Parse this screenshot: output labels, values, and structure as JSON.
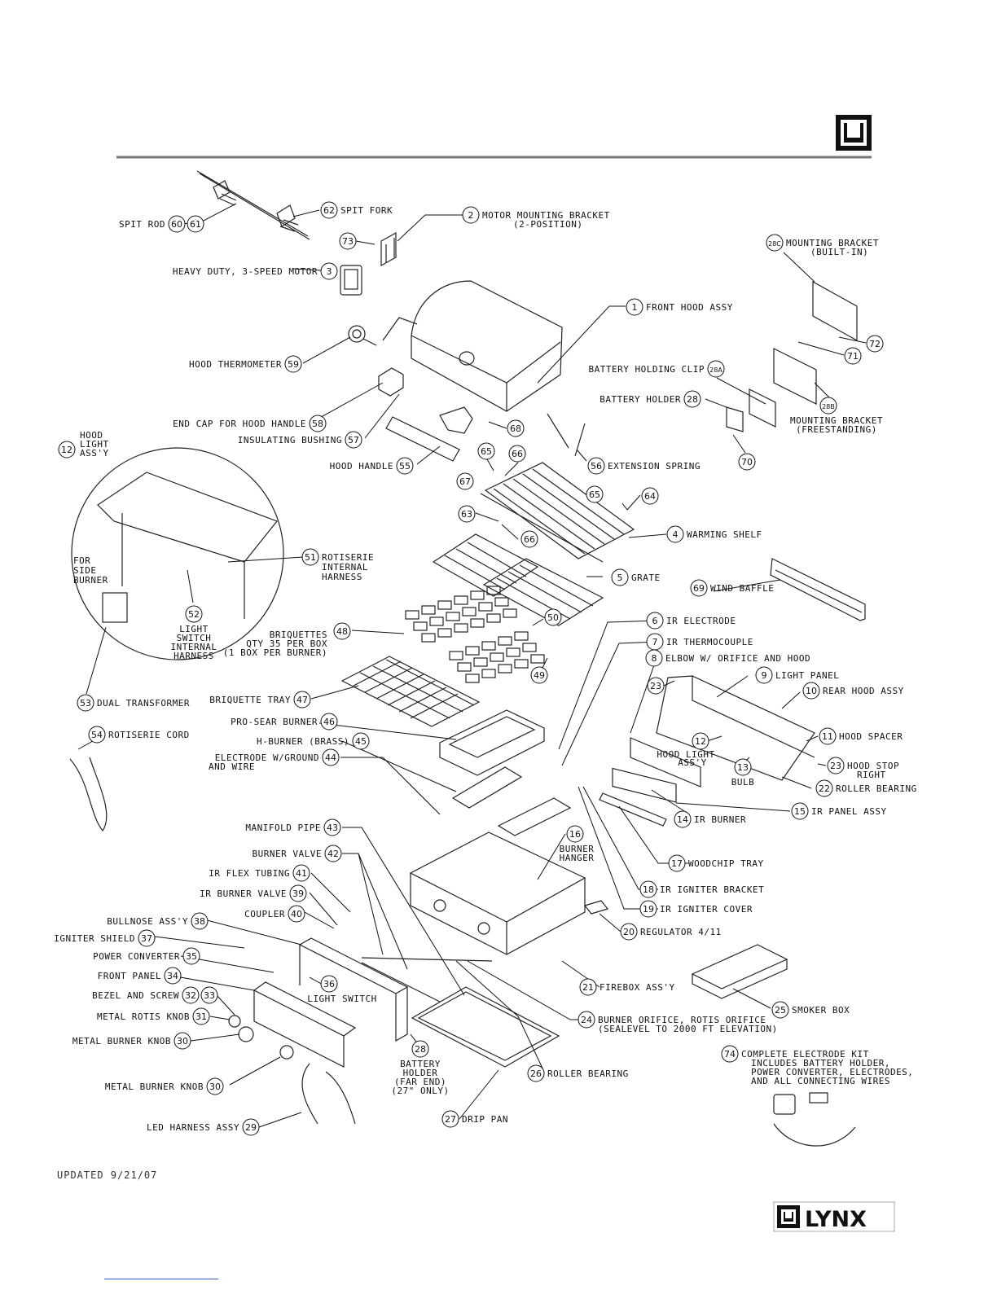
{
  "updated_note": "UPDATED 9/21/07",
  "brand_logo_text": "LYNX",
  "callouts": [
    {
      "id": "c62",
      "numbers": [
        "62"
      ],
      "text": [
        "SPIT FORK"
      ]
    },
    {
      "id": "c60",
      "numbers": [
        "60",
        "61"
      ],
      "text": [
        "SPIT ROD"
      ]
    },
    {
      "id": "c2",
      "numbers": [
        "2"
      ],
      "text": [
        "MOTOR MOUNTING BRACKET",
        "(2-POSITION)"
      ]
    },
    {
      "id": "c73",
      "numbers": [
        "73"
      ],
      "text": []
    },
    {
      "id": "c3",
      "numbers": [
        "3"
      ],
      "text": [
        "HEAVY DUTY, 3-SPEED MOTOR"
      ]
    },
    {
      "id": "c28c",
      "numbers": [
        "28C"
      ],
      "text": [
        "MOUNTING BRACKET",
        "(BUILT-IN)"
      ]
    },
    {
      "id": "c72",
      "numbers": [
        "72"
      ],
      "text": []
    },
    {
      "id": "c1",
      "numbers": [
        "1"
      ],
      "text": [
        "FRONT HOOD ASSY"
      ]
    },
    {
      "id": "c71",
      "numbers": [
        "71"
      ],
      "text": []
    },
    {
      "id": "c59",
      "numbers": [
        "59"
      ],
      "text": [
        "HOOD THERMOMETER"
      ]
    },
    {
      "id": "c28a",
      "numbers": [
        "28A"
      ],
      "text": [
        "BATTERY HOLDING CLIP"
      ]
    },
    {
      "id": "c28",
      "numbers": [
        "28"
      ],
      "text": [
        "BATTERY HOLDER"
      ]
    },
    {
      "id": "c28b",
      "numbers": [
        "28B"
      ],
      "text": [
        "MOUNTING BRACKET",
        "(FREESTANDING)"
      ]
    },
    {
      "id": "c58",
      "numbers": [
        "58"
      ],
      "text": [
        "END CAP FOR HOOD HANDLE"
      ]
    },
    {
      "id": "c68",
      "numbers": [
        "68"
      ],
      "text": []
    },
    {
      "id": "c57",
      "numbers": [
        "57"
      ],
      "text": [
        "INSULATING BUSHING"
      ]
    },
    {
      "id": "c70",
      "numbers": [
        "70"
      ],
      "text": []
    },
    {
      "id": "c12a",
      "numbers": [
        "12"
      ],
      "text": [
        "HOOD",
        "LIGHT",
        "ASS'Y"
      ]
    },
    {
      "id": "c55",
      "numbers": [
        "55"
      ],
      "text": [
        "HOOD HANDLE"
      ]
    },
    {
      "id": "c65a",
      "numbers": [
        "65"
      ],
      "text": []
    },
    {
      "id": "c66a",
      "numbers": [
        "66"
      ],
      "text": []
    },
    {
      "id": "c67",
      "numbers": [
        "67"
      ],
      "text": []
    },
    {
      "id": "c56",
      "numbers": [
        "56"
      ],
      "text": [
        "EXTENSION SPRING"
      ]
    },
    {
      "id": "c65b",
      "numbers": [
        "65"
      ],
      "text": []
    },
    {
      "id": "c64",
      "numbers": [
        "64"
      ],
      "text": []
    },
    {
      "id": "c63",
      "numbers": [
        "63"
      ],
      "text": []
    },
    {
      "id": "c66b",
      "numbers": [
        "66"
      ],
      "text": []
    },
    {
      "id": "c4",
      "numbers": [
        "4"
      ],
      "text": [
        "WARMING SHELF"
      ]
    },
    {
      "id": "c51",
      "numbers": [
        "51"
      ],
      "text": [
        "ROTISERIE",
        "INTERNAL",
        "HARNESS"
      ]
    },
    {
      "id": "c5",
      "numbers": [
        "5"
      ],
      "text": [
        "GRATE"
      ]
    },
    {
      "id": "c69",
      "numbers": [
        "69"
      ],
      "text": [
        "WIND BAFFLE"
      ]
    },
    {
      "id": "c_side",
      "numbers": [],
      "text": [
        "FOR",
        "SIDE",
        "BURNER"
      ]
    },
    {
      "id": "c52",
      "numbers": [
        "52"
      ],
      "text": [
        "LIGHT",
        "SWITCH",
        "INTERNAL",
        "HARNESS"
      ]
    },
    {
      "id": "c48",
      "numbers": [
        "48"
      ],
      "text": [
        "BRIQUETTES",
        "QTY 35 PER BOX",
        "(1 BOX PER BURNER)"
      ]
    },
    {
      "id": "c50",
      "numbers": [
        "50"
      ],
      "text": []
    },
    {
      "id": "c6",
      "numbers": [
        "6"
      ],
      "text": [
        "IR ELECTRODE"
      ]
    },
    {
      "id": "c7",
      "numbers": [
        "7"
      ],
      "text": [
        "IR THERMOCOUPLE"
      ]
    },
    {
      "id": "c8",
      "numbers": [
        "8"
      ],
      "text": [
        "ELBOW W/ ORIFICE AND HOOD"
      ]
    },
    {
      "id": "c49",
      "numbers": [
        "49"
      ],
      "text": []
    },
    {
      "id": "c9",
      "numbers": [
        "9"
      ],
      "text": [
        "LIGHT PANEL"
      ]
    },
    {
      "id": "c23a",
      "numbers": [
        "23"
      ],
      "text": []
    },
    {
      "id": "c10",
      "numbers": [
        "10"
      ],
      "text": [
        "REAR HOOD ASSY"
      ]
    },
    {
      "id": "c53",
      "numbers": [
        "53"
      ],
      "text": [
        "DUAL TRANSFORMER"
      ]
    },
    {
      "id": "c47",
      "numbers": [
        "47"
      ],
      "text": [
        "BRIQUETTE TRAY"
      ]
    },
    {
      "id": "c54",
      "numbers": [
        "54"
      ],
      "text": [
        "ROTISERIE CORD"
      ]
    },
    {
      "id": "c46",
      "numbers": [
        "46"
      ],
      "text": [
        "PRO-SEAR BURNER"
      ]
    },
    {
      "id": "c11",
      "numbers": [
        "11"
      ],
      "text": [
        "HOOD SPACER"
      ]
    },
    {
      "id": "c45",
      "numbers": [
        "45"
      ],
      "text": [
        "H-BURNER (BRASS)"
      ]
    },
    {
      "id": "c12b",
      "numbers": [
        "12"
      ],
      "text": [
        "HOOD LIGHT",
        "ASS'Y"
      ]
    },
    {
      "id": "c44",
      "numbers": [
        "44"
      ],
      "text": [
        "ELECTRODE W/GROUND",
        "AND WIRE"
      ]
    },
    {
      "id": "c23b",
      "numbers": [
        "23"
      ],
      "text": [
        "HOOD STOP",
        "RIGHT"
      ]
    },
    {
      "id": "c13",
      "numbers": [
        "13"
      ],
      "text": [
        "BULB"
      ]
    },
    {
      "id": "c22",
      "numbers": [
        "22"
      ],
      "text": [
        "ROLLER BEARING"
      ]
    },
    {
      "id": "c15",
      "numbers": [
        "15"
      ],
      "text": [
        "IR PANEL ASSY"
      ]
    },
    {
      "id": "c14",
      "numbers": [
        "14"
      ],
      "text": [
        "IR BURNER"
      ]
    },
    {
      "id": "c43",
      "numbers": [
        "43"
      ],
      "text": [
        "MANIFOLD PIPE"
      ]
    },
    {
      "id": "c16",
      "numbers": [
        "16"
      ],
      "text": [
        "BURNER",
        "HANGER"
      ]
    },
    {
      "id": "c42",
      "numbers": [
        "42"
      ],
      "text": [
        "BURNER VALVE"
      ]
    },
    {
      "id": "c17",
      "numbers": [
        "17"
      ],
      "text": [
        "WOODCHIP TRAY"
      ]
    },
    {
      "id": "c41",
      "numbers": [
        "41"
      ],
      "text": [
        "IR FLEX TUBING"
      ]
    },
    {
      "id": "c18",
      "numbers": [
        "18"
      ],
      "text": [
        "IR IGNITER BRACKET"
      ]
    },
    {
      "id": "c39",
      "numbers": [
        "39"
      ],
      "text": [
        "IR BURNER VALVE"
      ]
    },
    {
      "id": "c40",
      "numbers": [
        "40"
      ],
      "text": [
        "COUPLER"
      ]
    },
    {
      "id": "c19",
      "numbers": [
        "19"
      ],
      "text": [
        "IR IGNITER COVER"
      ]
    },
    {
      "id": "c38",
      "numbers": [
        "38"
      ],
      "text": [
        "BULLNOSE ASS'Y"
      ]
    },
    {
      "id": "c20",
      "numbers": [
        "20"
      ],
      "text": [
        "REGULATOR 4/11"
      ]
    },
    {
      "id": "c37",
      "numbers": [
        "37"
      ],
      "text": [
        "IGNITER SHIELD"
      ]
    },
    {
      "id": "c35",
      "numbers": [
        "35"
      ],
      "text": [
        "POWER CONVERTER"
      ]
    },
    {
      "id": "c36",
      "numbers": [
        "36"
      ],
      "text": [
        "LIGHT SWITCH"
      ]
    },
    {
      "id": "c34",
      "numbers": [
        "34"
      ],
      "text": [
        "FRONT PANEL"
      ]
    },
    {
      "id": "c21",
      "numbers": [
        "21"
      ],
      "text": [
        "FIREBOX ASS'Y"
      ]
    },
    {
      "id": "c25",
      "numbers": [
        "25"
      ],
      "text": [
        "SMOKER BOX"
      ]
    },
    {
      "id": "c32",
      "numbers": [
        "32",
        "33"
      ],
      "text": [
        "BEZEL AND SCREW"
      ]
    },
    {
      "id": "c31",
      "numbers": [
        "31"
      ],
      "text": [
        "METAL ROTIS KNOB"
      ]
    },
    {
      "id": "c24",
      "numbers": [
        "24"
      ],
      "text": [
        "BURNER ORIFICE, ROTIS ORIFICE",
        "(SEALEVEL TO 2000 FT ELEVATION)"
      ]
    },
    {
      "id": "c30a",
      "numbers": [
        "30"
      ],
      "text": [
        "METAL BURNER KNOB"
      ]
    },
    {
      "id": "c28d",
      "numbers": [
        "28"
      ],
      "text": [
        "BATTERY",
        "HOLDER",
        "(FAR END)",
        "(27\" ONLY)"
      ]
    },
    {
      "id": "c74",
      "numbers": [
        "74"
      ],
      "text": [
        "COMPLETE ELECTRODE KIT",
        "INCLUDES BATTERY HOLDER,",
        "POWER CONVERTER, ELECTRODES,",
        "AND ALL CONNECTING WIRES"
      ]
    },
    {
      "id": "c26",
      "numbers": [
        "26"
      ],
      "text": [
        "ROLLER BEARING"
      ]
    },
    {
      "id": "c30b",
      "numbers": [
        "30"
      ],
      "text": [
        "METAL BURNER KNOB"
      ]
    },
    {
      "id": "c27",
      "numbers": [
        "27"
      ],
      "text": [
        "DRIP PAN"
      ]
    },
    {
      "id": "c29",
      "numbers": [
        "29"
      ],
      "text": [
        "LED HARNESS ASSY"
      ]
    }
  ]
}
